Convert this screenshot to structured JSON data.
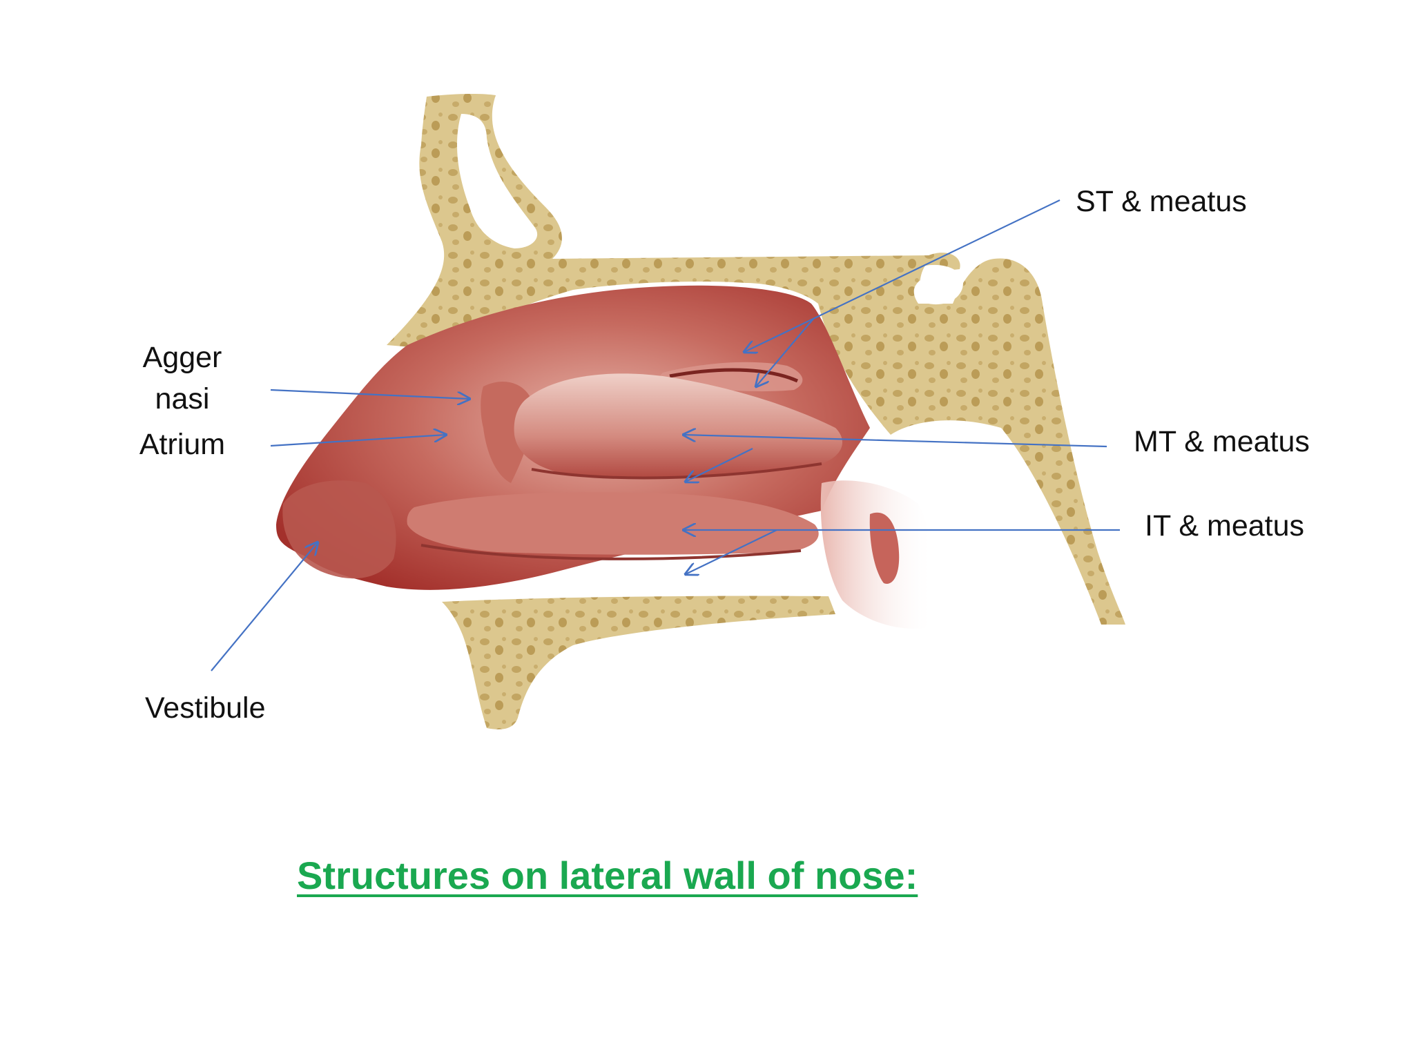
{
  "slide": {
    "title": "Structures on lateral wall of nose:",
    "title_color": "#1aa850"
  },
  "labels": {
    "agger_line1": "Agger",
    "agger_line2": "nasi",
    "atrium": "Atrium",
    "vestibule": "Vestibule",
    "st": "ST & meatus",
    "mt": "MT & meatus",
    "it": "IT & meatus"
  },
  "colors": {
    "bone": "#d8c288",
    "bone_spot": "#b99a52",
    "mucosa_dark": "#a8302c",
    "mucosa_mid": "#c2524a",
    "mucosa_light": "#e8b5aa",
    "arrow": "#4472c4"
  }
}
